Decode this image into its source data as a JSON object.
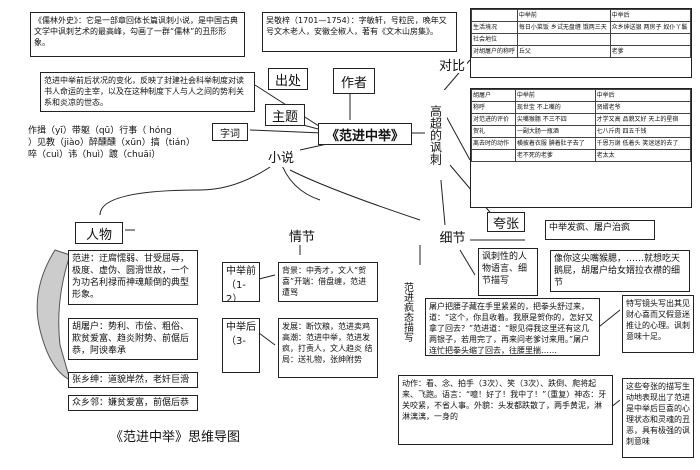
{
  "center": "《范进中举》",
  "title": "《范进中举》思维导图",
  "nodes": {
    "chuchu": "出处",
    "zuozhe": "作者",
    "zhuti": "主题",
    "zici": "字词",
    "xiaoshuo": "小说",
    "duibi": "对比",
    "gaochao": "高超的讽刺",
    "renwu": "人物",
    "qingjie": "情节",
    "xijie": "细节",
    "kuazhang": "夸张",
    "fengci_label": "讽刺性的人物语言、细节描写",
    "zhongju_qian": "中举前（1-2）",
    "zhongju_hou": "中举后（3-",
    "feng_label": "范进疯态描写"
  },
  "texts": {
    "rulin": "《儒林外史》：它是一部章回体长篇讽刺小说，是中国古典文学中讽刺艺术的最高峰，勾画了一群“儒林”的丑形形象。",
    "author": "吴敬梓（1701—1754）：字敏轩，号粒民，晚年又号文木老人，安徽全椒人，著有《文木山房集》。",
    "theme": "范进中举前后状况的变化，反映了封建社会科举制度对读书人命运的主宰，以及在这种制度下人与人之间的势利关系和炎凉的世态。",
    "zici1": "作揖（yī）带躯（qū）行事（    hóng",
    "zici2": "）见教（jiào）醉醺醺（xūn）搞（tián）",
    "zici3": "啐（cuì）讳（huì）踱（chuāi）",
    "renwu_fan": "范进：迂腐懦弱、甘受屈辱，极度、虚伪、圆滑世故，一个为功名利禄而神魂颠倒的典型形象。",
    "renwu_hu": "胡屠户：势利、市侩、粗俗、欺贫爱富、趋炎附势、前倨后恭，阿谀奉承",
    "renwu_zhang": "张乡绅：道貌岸然，老奸巨滑",
    "renwu_zhong": "众乡邻：嫌贫爱富，前倨后恭",
    "qian_detail": "背景：中秀才，文人“贺喜”开端：借盘缠，范进遭骂",
    "hou_detail": "发展：断饮粮，范进卖鸡 高潮：范进中举，范进发疯，打责人，文人趋炎 结局：送礼物，张绅附势",
    "kuazhang_detail": "中举发疯、屠户治疯",
    "xijie_detail": "像你这尖嘴猴腮，……就想吃天鹅屁，胡屠户给女婿拉衣襟的细节",
    "feng_detail1": "屠户把腰子藏在手里紧紧的，把拳头舒过来，道：“这个，你且收着。我原是贺你的，怎好又拿了回去？”范进道：“眼见得我这里还有这几两银子，若用完了，再来问老爹讨来用。”屠户连忙把拳头缩了回去，往腰里揣……",
    "zhuo_detail": "特写镜头写出其见财心喜而又假意迷推让的心理。讽刺意味十足。",
    "feng_detail2": "动作：看、念、拍手（3次）、笑（3次）、跌倒、爬将起来、飞跑。语言：“噫！好了！我中了！”（重复）神态：牙关咬紧，不省人事。外貌：头发都跌散了，两手黄泥，淋淋漓漓，一身的",
    "kuazhang_comment": "这些夸张的描写生动地表现出了范进是中举后巨喜的心理状态和灵魂的丑恶，具有极强的讽刺意味"
  },
  "compare_table_top": {
    "headers": [
      "",
      "中举前",
      "中举后"
    ],
    "rows": [
      [
        "生活境况",
        "每日小菜饭 乡试无盘缠 饿两三天",
        "众乡绅送银 两房子 奴仆丫鬟"
      ],
      [
        "",
        "",
        ""
      ],
      [
        "社会地位",
        "",
        ""
      ],
      [
        "对胡屠户的称呼",
        "丘父",
        "老爹"
      ]
    ]
  },
  "compare_table_bottom": {
    "headers": [
      "胡屠户",
      "中举前",
      "中举后"
    ],
    "rows": [
      [
        "称呼",
        "现世宝 不上嘴的",
        "贤婿老爷"
      ],
      [
        "对范进的评价",
        "尖嘴猴腮 不三不四",
        "才学又高 品貌又好 天上的星宿"
      ],
      [
        "贺礼",
        "一副大肠一瓶酒",
        "七八斤肉 四五千钱"
      ],
      [
        "离去时的动作",
        "横披着衣服 腆着肚子去了",
        "千恩万谢 低着头 笑迷迷的去了"
      ],
      [
        "",
        "老不死的老爹",
        "老太太"
      ]
    ]
  }
}
